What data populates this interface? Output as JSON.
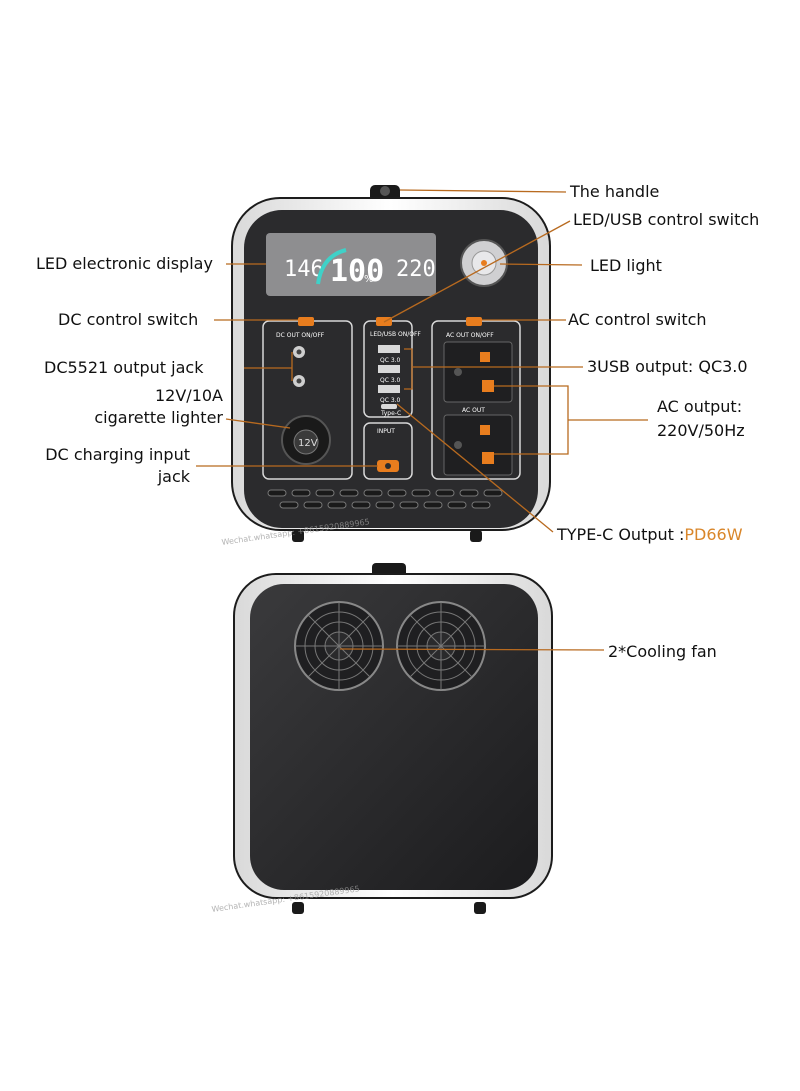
{
  "colors": {
    "leader": "#b86a1f",
    "body_dark": "#2a2a2c",
    "frame_light": "#f2f2f2",
    "accent_orange": "#e87d1e",
    "display_teal": "#3fd1c8"
  },
  "labels": {
    "handle": "The handle",
    "led_usb_switch": "LED/USB control switch",
    "led_display": "LED electronic display",
    "led_light": "LED light",
    "dc_switch": "DC control switch",
    "ac_switch": "AC control switch",
    "dc5521": "DC5521 output jack",
    "usb_output": "3USB output: QC3.0",
    "lighter_line1": "12V/10A",
    "lighter_line2": "cigarette lighter",
    "ac_output_line1": "AC output:",
    "ac_output_line2": "220V/50Hz",
    "dc_input_line1": "DC charging input",
    "dc_input_line2": "jack",
    "typec_prefix": "TYPE-C Output :",
    "typec_value": "PD66W",
    "cooling_fan": "2*Cooling fan"
  },
  "device": {
    "display_left": "146",
    "display_center": "100",
    "display_percent": "%",
    "display_right": "220",
    "dc_panel_title": "DC OUT ON/OFF",
    "usb_panel_title": "LED/USB ON/OFF",
    "ac_panel_title": "AC OUT ON/OFF",
    "ac_out_label": "AC OUT",
    "input_label": "INPUT",
    "qc_label": "QC 3.0",
    "typec_label": "Type-C",
    "lighter_text": "12V",
    "watermark": "Wechat.whatsapp: +8615920889965"
  }
}
